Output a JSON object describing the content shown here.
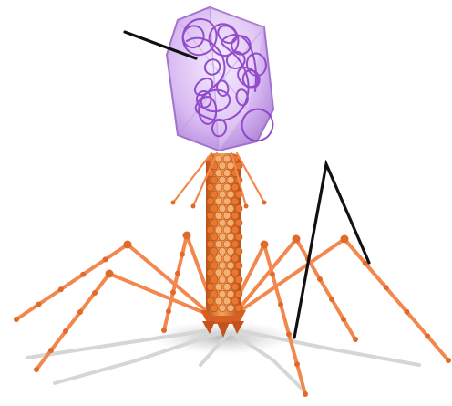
{
  "diagram": {
    "subject": "bacteriophage-illustration",
    "colors": {
      "background": "#ffffff",
      "capsid_fill": "#d8b7f2",
      "capsid_edge": "#b07fd8",
      "dna": "#8a3fc7",
      "tail": "#e9772c",
      "tail_dark": "#b8501a",
      "fiber": "#f2884d",
      "fiber_joint": "#e06a2c",
      "pointer": "#111111",
      "shadow": "#cfcfcf"
    },
    "pointers": [
      {
        "target": "capsid-dna"
      },
      {
        "target": "tail-fibers"
      }
    ]
  }
}
